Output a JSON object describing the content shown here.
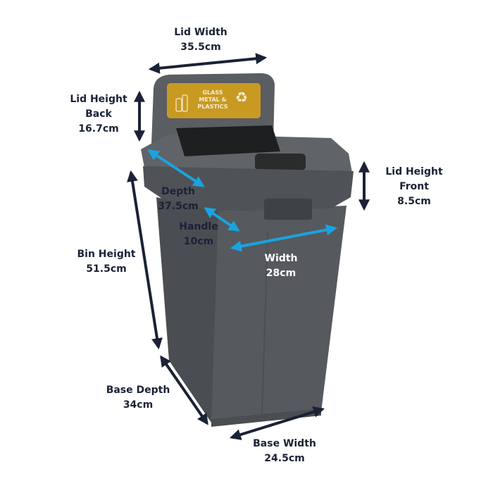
{
  "colors": {
    "dimension_arrow": "#1b2236",
    "inner_arrow": "#1aa3e0",
    "bin_body": "#55585c",
    "label_panel": "#c99a22"
  },
  "bin_label": {
    "lines": [
      "GLASS",
      "METAL &",
      "PLASTICS"
    ],
    "icon": "recycle-icon"
  },
  "dimensions": {
    "lid_width": {
      "name": "Lid Width",
      "value": "35.5cm"
    },
    "lid_height_back": {
      "name1": "Lid Height",
      "name2": "Back",
      "value": "16.7cm"
    },
    "lid_height_front": {
      "name1": "Lid Height",
      "name2": "Front",
      "value": "8.5cm"
    },
    "depth": {
      "name": "Depth",
      "value": "37.5cm"
    },
    "handle": {
      "name": "Handle",
      "value": "10cm"
    },
    "width": {
      "name": "Width",
      "value": "28cm"
    },
    "bin_height": {
      "name": "Bin Height",
      "value": "51.5cm"
    },
    "base_depth": {
      "name": "Base Depth",
      "value": "34cm"
    },
    "base_width": {
      "name": "Base Width",
      "value": "24.5cm"
    }
  }
}
